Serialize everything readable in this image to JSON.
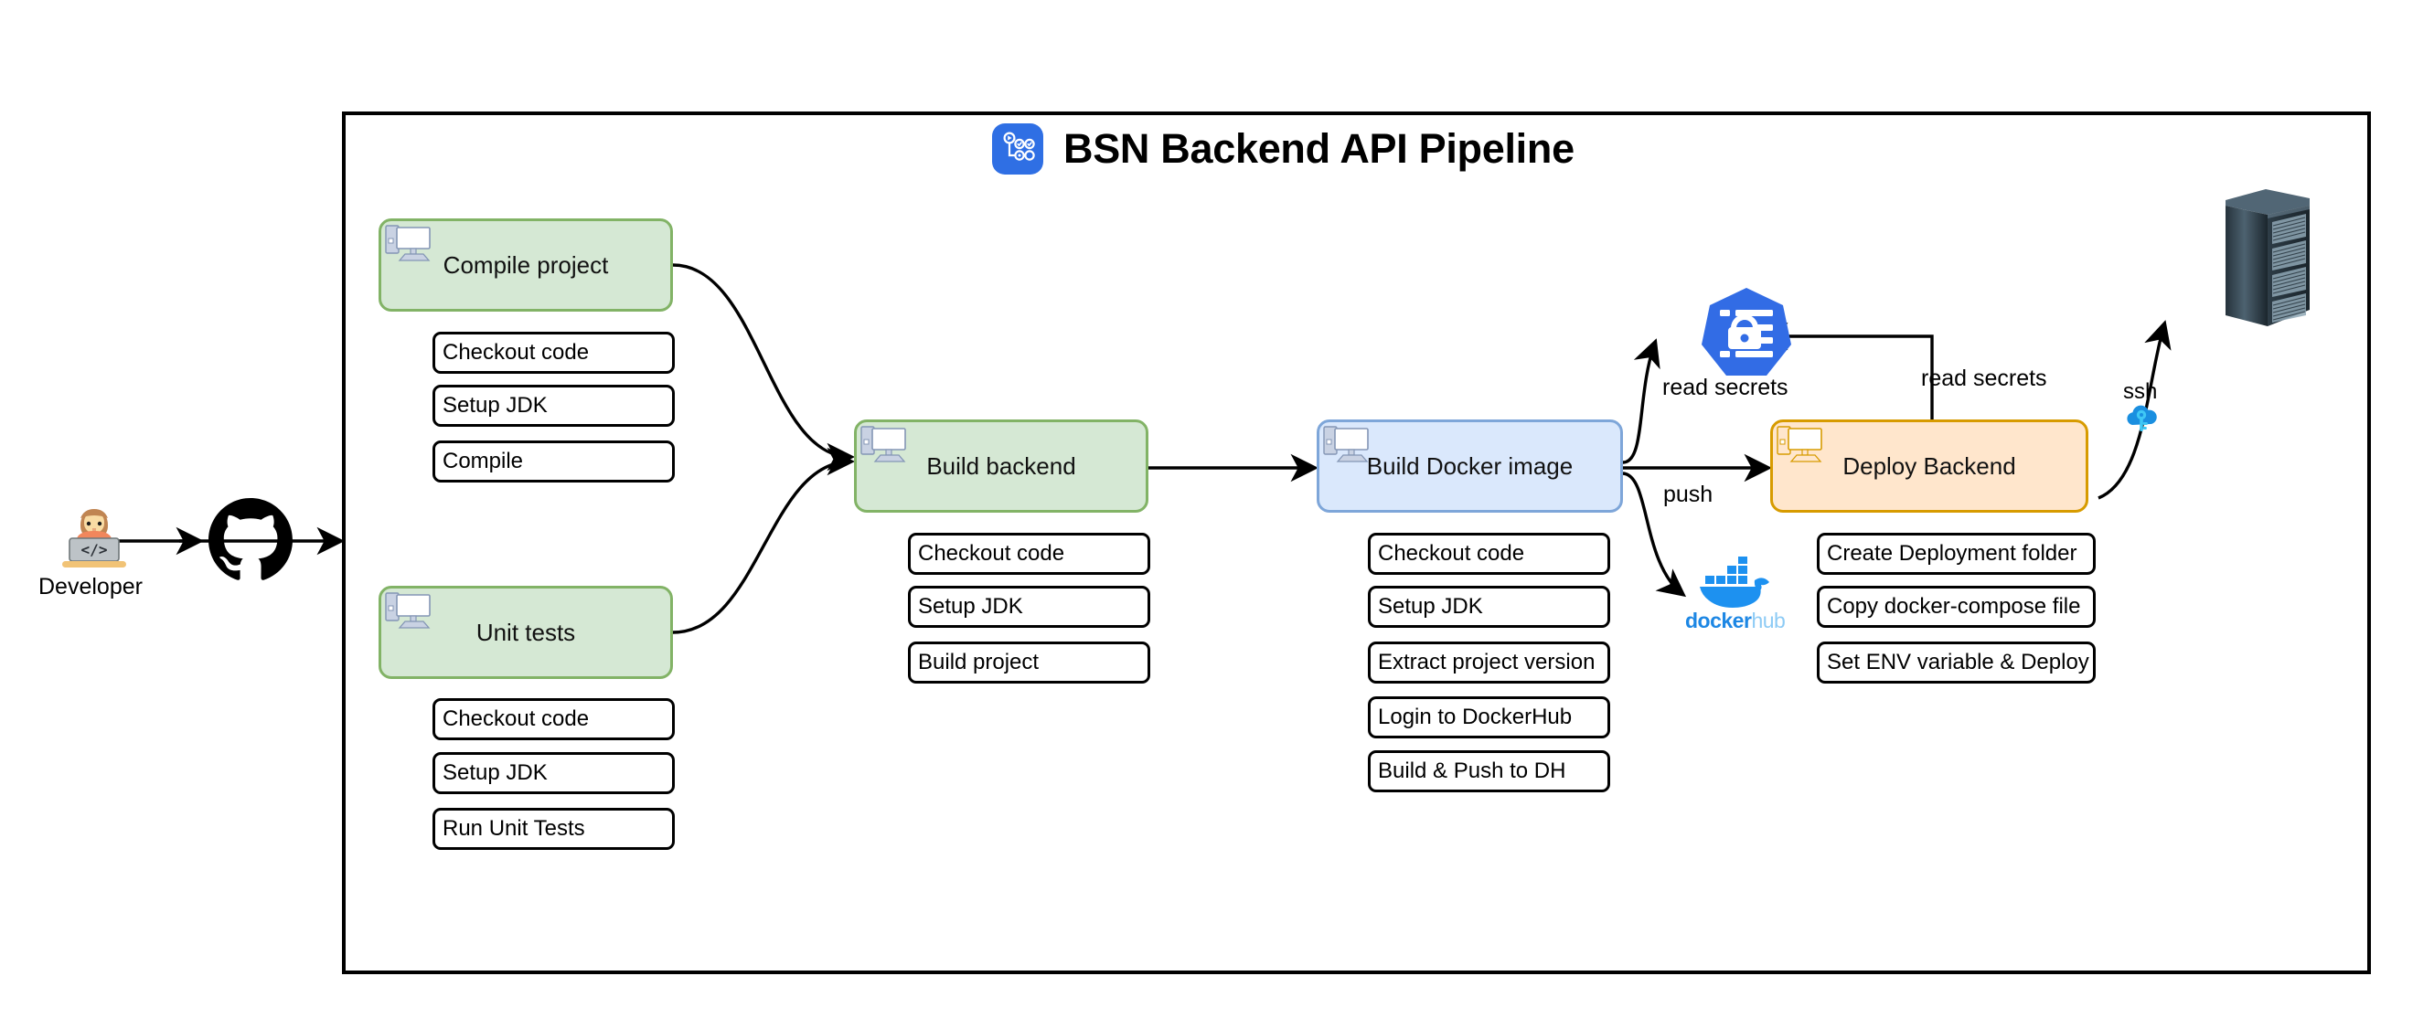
{
  "diagram": {
    "title": "BSN Backend API Pipeline",
    "title_icon": "github-actions-icon",
    "frame": {
      "border_color": "#000000",
      "background": "#ffffff"
    },
    "palette": {
      "green_fill": "#d5e8d4",
      "green_stroke": "#82b366",
      "blue_fill": "#dae8fc",
      "blue_stroke": "#7ea6d9",
      "orange_fill": "#ffe6cc",
      "orange_stroke": "#d79b00",
      "accent_blue": "#2f6fe4",
      "docker_blue": "#1d91f0",
      "edge": "#000000"
    }
  },
  "actors": {
    "developer": {
      "label": "Developer",
      "icon": "developer-laptop-icon"
    },
    "github": {
      "icon": "github-octocat-icon"
    },
    "kubernetes_secrets": {
      "icon": "kubernetes-secret-icon"
    },
    "dockerhub": {
      "icon": "docker-whale-icon",
      "word_primary": "docker",
      "word_secondary": "hub"
    },
    "ssh": {
      "label": "ssh",
      "icon": "ssh-key-cloud-icon"
    },
    "server": {
      "icon": "server-rack-icon"
    }
  },
  "jobs": [
    {
      "id": "compile-project",
      "name": "Compile project",
      "color": "green",
      "icon": "computer-icon",
      "steps": [
        "Checkout code",
        "Setup JDK",
        "Compile"
      ]
    },
    {
      "id": "unit-tests",
      "name": "Unit tests",
      "color": "green",
      "icon": "computer-icon",
      "steps": [
        "Checkout code",
        "Setup JDK",
        "Run Unit Tests"
      ]
    },
    {
      "id": "build-backend",
      "name": "Build backend",
      "color": "green",
      "icon": "computer-icon",
      "steps": [
        "Checkout code",
        "Setup JDK",
        "Build project"
      ]
    },
    {
      "id": "build-docker-image",
      "name": "Build Docker image",
      "color": "blue",
      "icon": "computer-icon",
      "steps": [
        "Checkout code",
        "Setup JDK",
        "Extract project version",
        "Login to DockerHub",
        "Build & Push to DH"
      ]
    },
    {
      "id": "deploy-backend",
      "name": "Deploy Backend",
      "color": "orange",
      "icon": "computer-icon",
      "steps": [
        "Create Deployment folder",
        "Copy docker-compose file",
        "Set ENV variable & Deploy"
      ]
    }
  ],
  "edge_labels": {
    "read_secrets_left": "read secrets",
    "read_secrets_right": "read secrets",
    "push": "push",
    "ssh": "ssh"
  }
}
